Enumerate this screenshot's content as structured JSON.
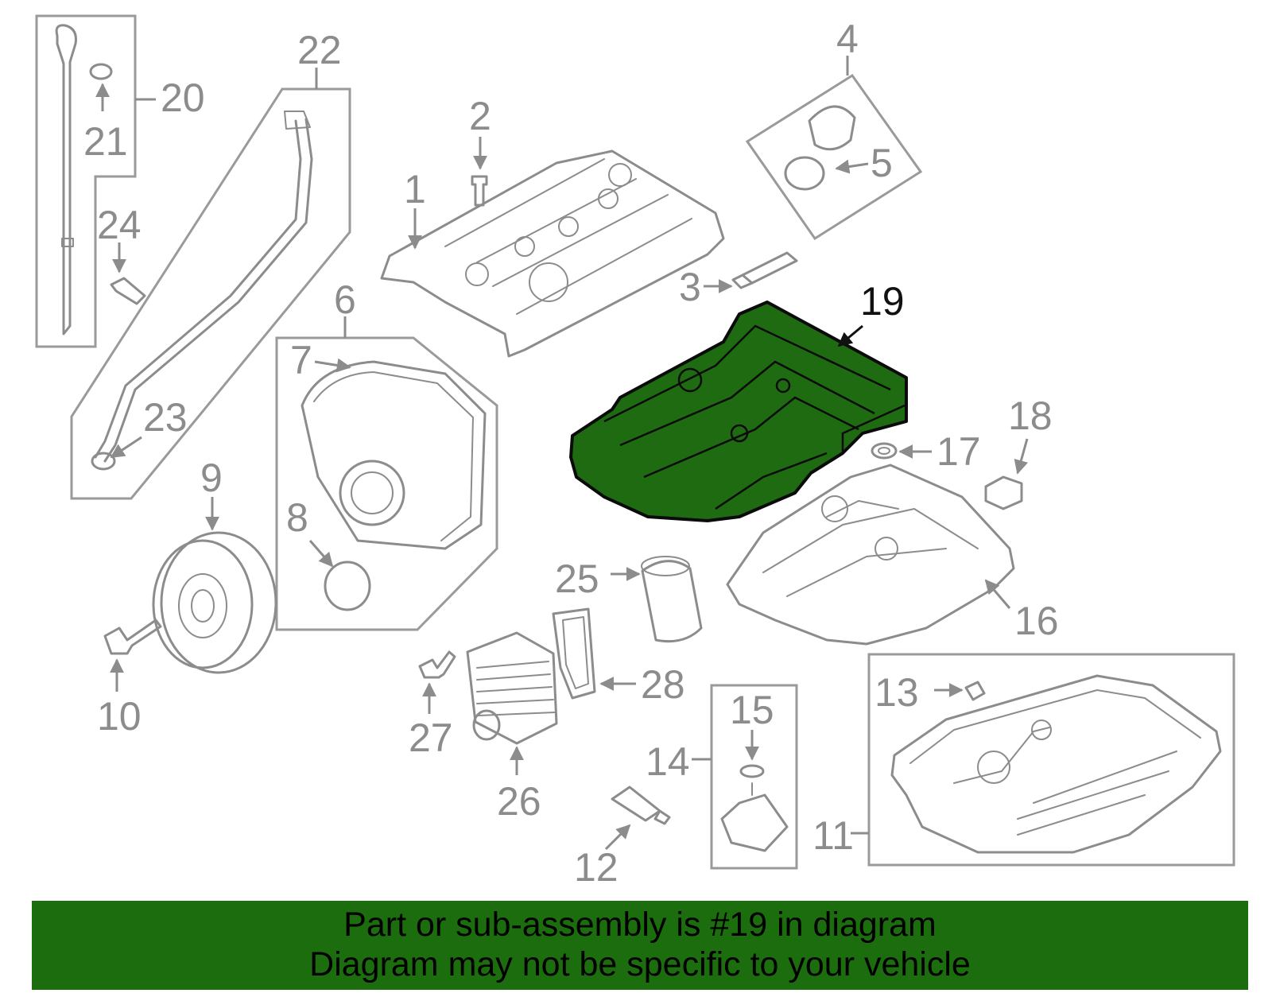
{
  "callouts": {
    "n1": "1",
    "n2": "2",
    "n3": "3",
    "n4": "4",
    "n5": "5",
    "n6": "6",
    "n7": "7",
    "n8": "8",
    "n9": "9",
    "n10": "10",
    "n11": "11",
    "n12": "12",
    "n13": "13",
    "n14": "14",
    "n15": "15",
    "n16": "16",
    "n17": "17",
    "n18": "18",
    "n19": "19",
    "n20": "20",
    "n21": "21",
    "n22": "22",
    "n23": "23",
    "n24": "24",
    "n25": "25",
    "n26": "26",
    "n27": "27",
    "n28": "28"
  },
  "highlight": {
    "part": "19",
    "color": "#1f6b12"
  },
  "banner": {
    "line1": "Part or sub-assembly is #19 in diagram",
    "line2": "Diagram may not be specific to your vehicle",
    "color": "#1c6d0e"
  }
}
